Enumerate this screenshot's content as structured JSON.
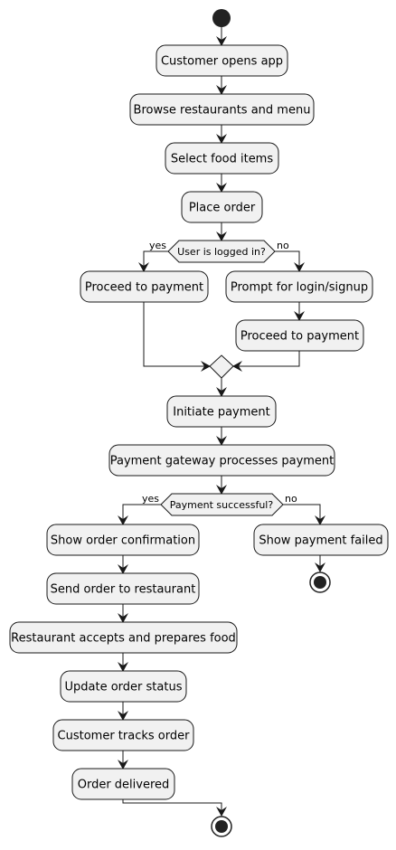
{
  "diagram": {
    "colors": {
      "box_fill": "#f1f1f1",
      "box_stroke": "#181818",
      "arrow": "#181818",
      "node": "#222222"
    },
    "activities": [
      {
        "id": "a1",
        "label": "Customer opens app"
      },
      {
        "id": "a2",
        "label": "Browse restaurants and menu"
      },
      {
        "id": "a3",
        "label": "Select food items"
      },
      {
        "id": "a4",
        "label": "Place order"
      },
      {
        "id": "a5",
        "label": "Proceed to payment"
      },
      {
        "id": "a6",
        "label": "Prompt for login/signup"
      },
      {
        "id": "a7",
        "label": "Proceed to payment"
      },
      {
        "id": "a8",
        "label": "Initiate payment"
      },
      {
        "id": "a9",
        "label": "Payment gateway processes payment"
      },
      {
        "id": "a10",
        "label": "Show order confirmation"
      },
      {
        "id": "a11",
        "label": "Show payment failed"
      },
      {
        "id": "a12",
        "label": "Send order to restaurant"
      },
      {
        "id": "a13",
        "label": "Restaurant accepts and prepares food"
      },
      {
        "id": "a14",
        "label": "Update order status"
      },
      {
        "id": "a15",
        "label": "Customer tracks order"
      },
      {
        "id": "a16",
        "label": "Order delivered"
      }
    ],
    "decisions": [
      {
        "id": "d1",
        "label": "User is logged in?",
        "yes": "yes",
        "no": "no"
      },
      {
        "id": "d2",
        "label": "Payment successful?",
        "yes": "yes",
        "no": "no"
      }
    ]
  }
}
